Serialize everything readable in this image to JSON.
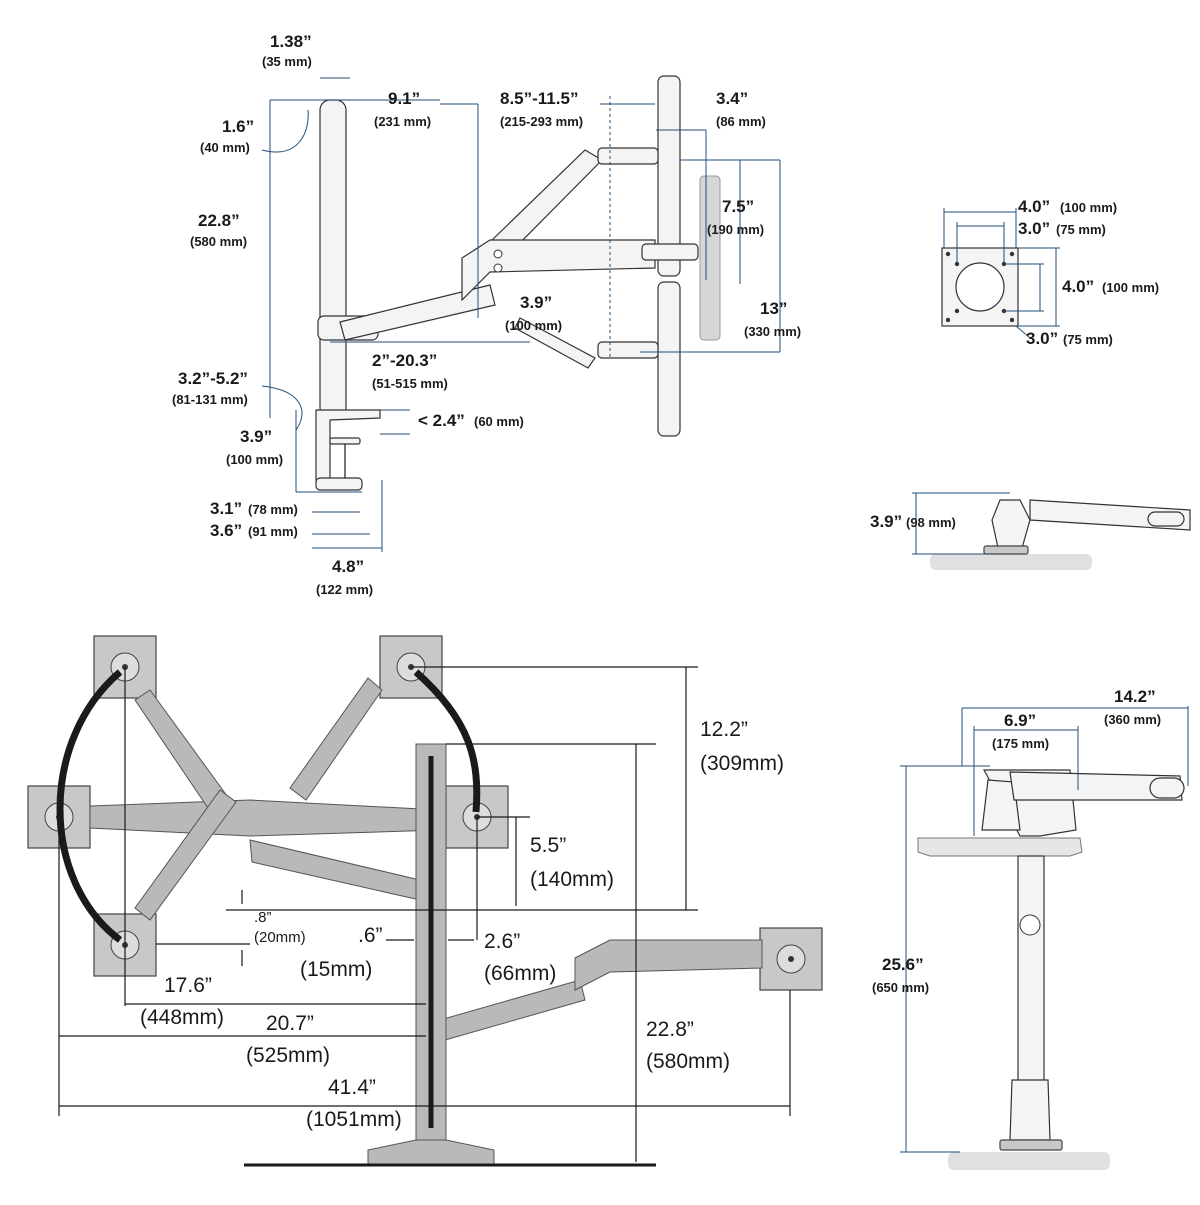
{
  "side_view": {
    "pole_width": "1.38”",
    "pole_width_mm": "(35 mm)",
    "pole_offset": "1.6”",
    "pole_offset_mm": "(40 mm)",
    "pole_height": "22.8”",
    "pole_height_mm": "(580 mm)",
    "arm_reach": "9.1”",
    "arm_reach_mm": "(231 mm)",
    "arm_extension": "8.5”-11.5”",
    "arm_extension_mm": "(215-293 mm)",
    "mount_depth": "3.4”",
    "mount_depth_mm": "(86 mm)",
    "tilt_height": "7.5”",
    "tilt_height_mm": "(190 mm)",
    "lift_range": "13”",
    "lift_range_mm": "(330 mm)",
    "elbow_drop": "3.9”",
    "elbow_drop_mm": "(100 mm)",
    "collar_adjust": "2”-20.3”",
    "collar_adjust_mm": "(51-515 mm)",
    "clamp_range": "3.2”-5.2”",
    "clamp_range_mm": "(81-131 mm)",
    "clamp_height": "3.9”",
    "clamp_height_mm": "(100 mm)",
    "desk_thickness": "< 2.4”",
    "desk_thickness_mm": "(60 mm)",
    "clamp_depth_a": "3.1”",
    "clamp_depth_a_mm": "(78 mm)",
    "clamp_depth_b": "3.6”",
    "clamp_depth_b_mm": "(91 mm)",
    "base_width": "4.8”",
    "base_width_mm": "(122 mm)"
  },
  "vesa": {
    "outer_w": "4.0”",
    "outer_w_mm": "(100 mm)",
    "inner_w": "3.0”",
    "inner_w_mm": "(75 mm)",
    "outer_h": "4.0”",
    "outer_h_mm": "(100 mm)",
    "inner_h": "3.0”",
    "inner_h_mm": "(75 mm)"
  },
  "low_profile": {
    "height": "3.9”",
    "height_mm": "(98 mm)"
  },
  "top_view": {
    "rise": "12.2”",
    "rise_mm": "(309mm)",
    "drop": "5.5”",
    "drop_mm": "(140mm)",
    "small_offset": ".8”",
    "small_offset_mm": "(20mm)",
    "gap_left": ".6”",
    "gap_left_mm": "(15mm)",
    "gap_right": "2.6”",
    "gap_right_mm": "(66mm)",
    "reach_a": "17.6”",
    "reach_a_mm": "(448mm)",
    "reach_b": "20.7”",
    "reach_b_mm": "(525mm)",
    "reach_total": "41.4”",
    "reach_total_mm": "(1051mm)",
    "pole_height": "22.8”",
    "pole_height_mm": "(580mm)"
  },
  "front_view": {
    "width_a": "6.9”",
    "width_a_mm": "(175 mm)",
    "width_b": "14.2”",
    "width_b_mm": "(360 mm)",
    "height": "25.6”",
    "height_mm": "(650 mm)"
  }
}
